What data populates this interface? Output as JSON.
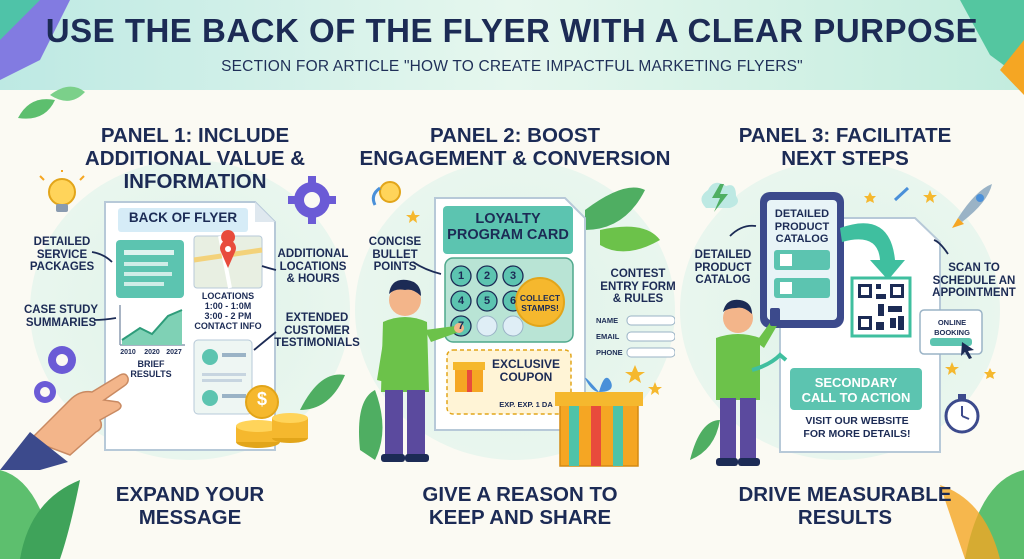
{
  "header": {
    "title": "USE THE BACK OF THE FLYER WITH A CLEAR PURPOSE",
    "subtitle": "SECTION FOR ARTICLE \"HOW TO CREATE IMPACTFUL MARKETING FLYERS\""
  },
  "panel1": {
    "title": "PANEL 1: INCLUDE\nADDITIONAL VALUE &\nINFORMATION",
    "footer": "EXPAND YOUR\nMESSAGE",
    "flyer_title": "BACK OF FLYER",
    "label_services": "DETAILED\nSERVICE\nPACKAGES",
    "label_case_study": "CASE STUDY\nSUMMARIES",
    "label_locations": "ADDITIONAL\nLOCATIONS\n& HOURS",
    "label_testimonials": "EXTENDED\nCUSTOMER\nTESTIMONIALS",
    "locations_text": "LOCATIONS\n1:00 - 1:0M\n3:00 - 2 PM\nCONTACT INFO",
    "brief_results": "BRIEF RESULTS",
    "chart_years": [
      "2010",
      "2020",
      "2027"
    ],
    "coin_symbol": "$"
  },
  "panel2": {
    "title": "PANEL 2: BOOST\nENGAGEMENT & CONVERSION",
    "footer": "GIVE A REASON TO\nKEEP AND SHARE",
    "card_title": "LOYALTY\nPROGRAM CARD",
    "label_bullets": "CONCISE\nBULLET\nPOINTS",
    "label_contest": "CONTEST\nENTRY FORM\n& RULES",
    "stamps": [
      "1",
      "2",
      "3",
      "4",
      "5",
      "6",
      "7"
    ],
    "collect_stamps": "COLLECT\nSTAMPS!",
    "coupon_title": "EXCLUSIVE\nCOUPON",
    "coupon_exp": "EXP. EXP. 1 DA",
    "form_fields": [
      "NAME",
      "EMAIL",
      "PHONE"
    ]
  },
  "panel3": {
    "title": "PANEL 3: FACILITATE\nNEXT STEPS",
    "footer": "DRIVE MEASURABLE\nRESULTS",
    "tablet_title": "DETAILED\nPRODUCT\nCATALOG",
    "label_catalog": "DETAILED\nPRODUCT\nCATALOG",
    "label_scan": "SCAN TO\nSCHEDULE AN\nAPPOINTMENT",
    "online_booking": "ONLINE\nBOOKING",
    "cta": "SECONDARY\nCALL TO ACTION",
    "visit": "VISIT OUR WEBSITE\nFOR MORE DETAILS!"
  },
  "colors": {
    "title": "#1c2b55",
    "teal": "#3fbf9f",
    "green": "#6cc24a",
    "blue": "#4a90d9",
    "orange": "#f5a623",
    "purple": "#6b5bd6"
  }
}
